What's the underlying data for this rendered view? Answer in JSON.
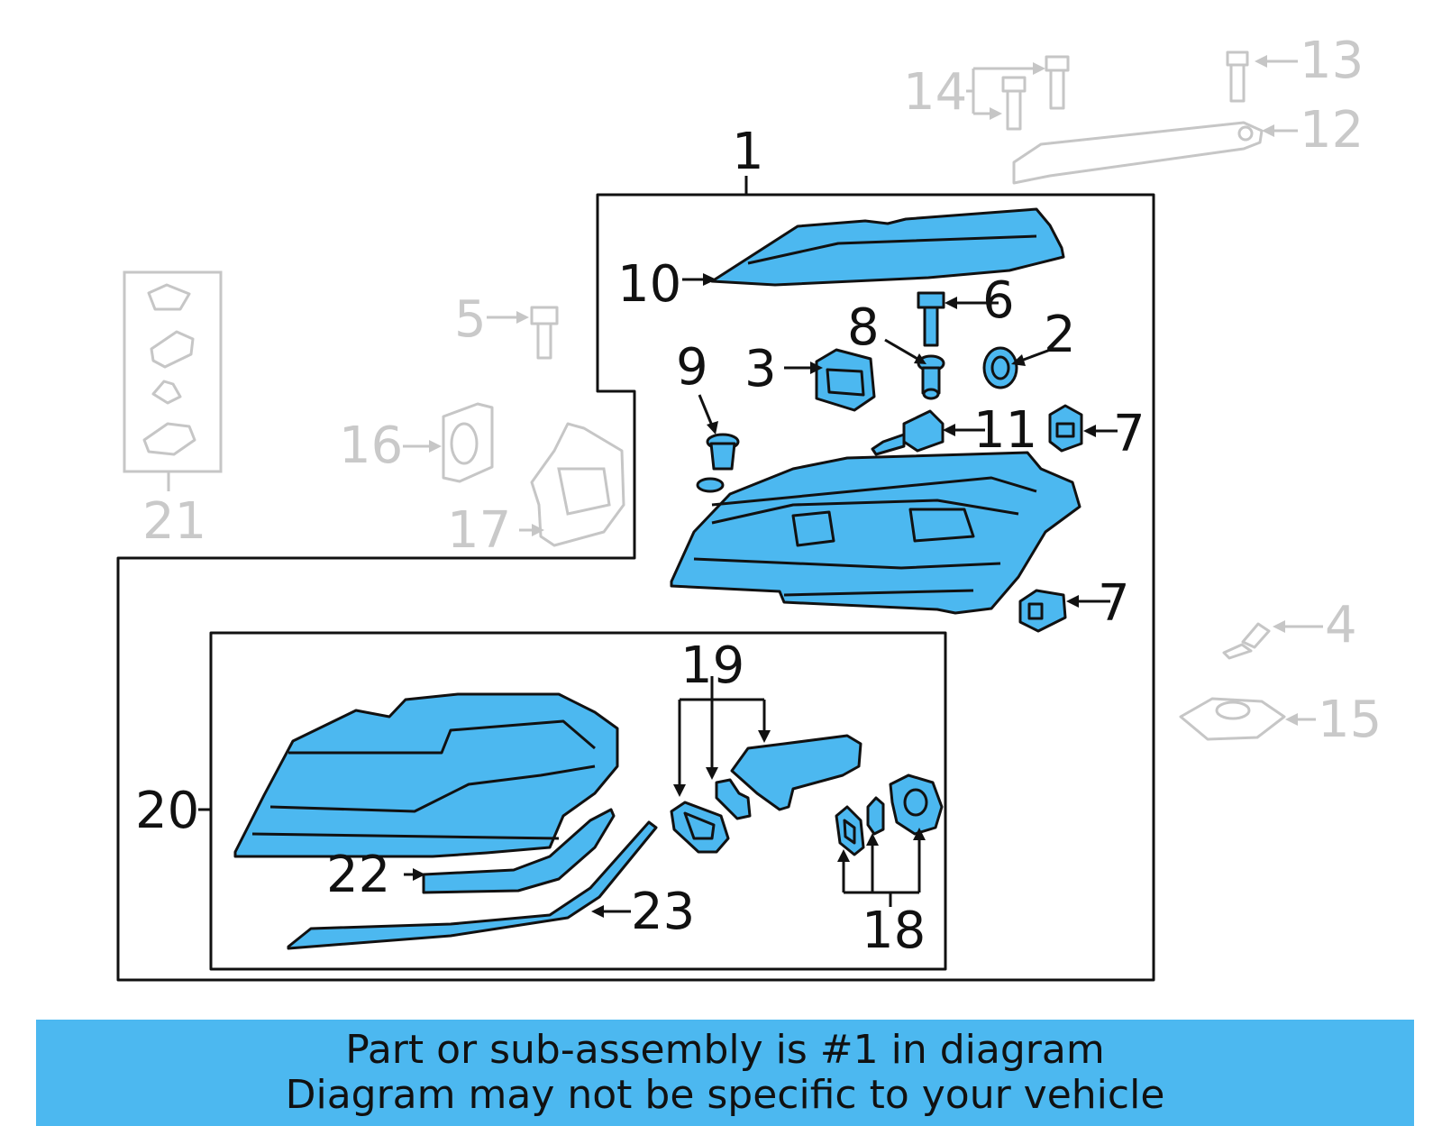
{
  "callouts": {
    "n1": "1",
    "n2": "2",
    "n3": "3",
    "n4": "4",
    "n5": "5",
    "n6": "6",
    "n7a": "7",
    "n7b": "7",
    "n8": "8",
    "n9": "9",
    "n10": "10",
    "n11": "11",
    "n12": "12",
    "n13": "13",
    "n14": "14",
    "n15": "15",
    "n16": "16",
    "n17": "17",
    "n18": "18",
    "n19": "19",
    "n20": "20",
    "n21": "21",
    "n22": "22",
    "n23": "23"
  },
  "highlight_color": "#4cb8f0",
  "footer": {
    "line1": "Part or sub-assembly is #1 in diagram",
    "line2": "Diagram may not be specific to your vehicle"
  }
}
